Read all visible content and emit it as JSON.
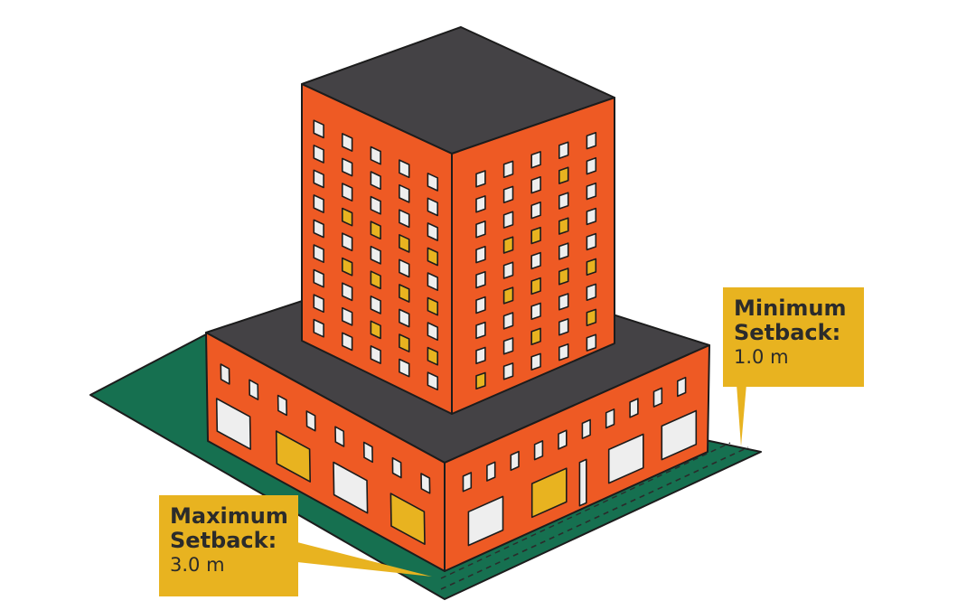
{
  "callouts": {
    "minimum": {
      "title_line1": "Minimum",
      "title_line2": "Setback:",
      "value": "1.0 m"
    },
    "maximum": {
      "title_line1": "Maximum",
      "title_line2": "Setback:",
      "value": "3.0 m"
    }
  },
  "colors": {
    "lot": "#167050",
    "facade": "#ee5a24",
    "roof": "#444245",
    "window": "#eeeeee",
    "window_lit": "#e8b320",
    "callout": "#e8b320",
    "outline": "#1c1c1c"
  }
}
